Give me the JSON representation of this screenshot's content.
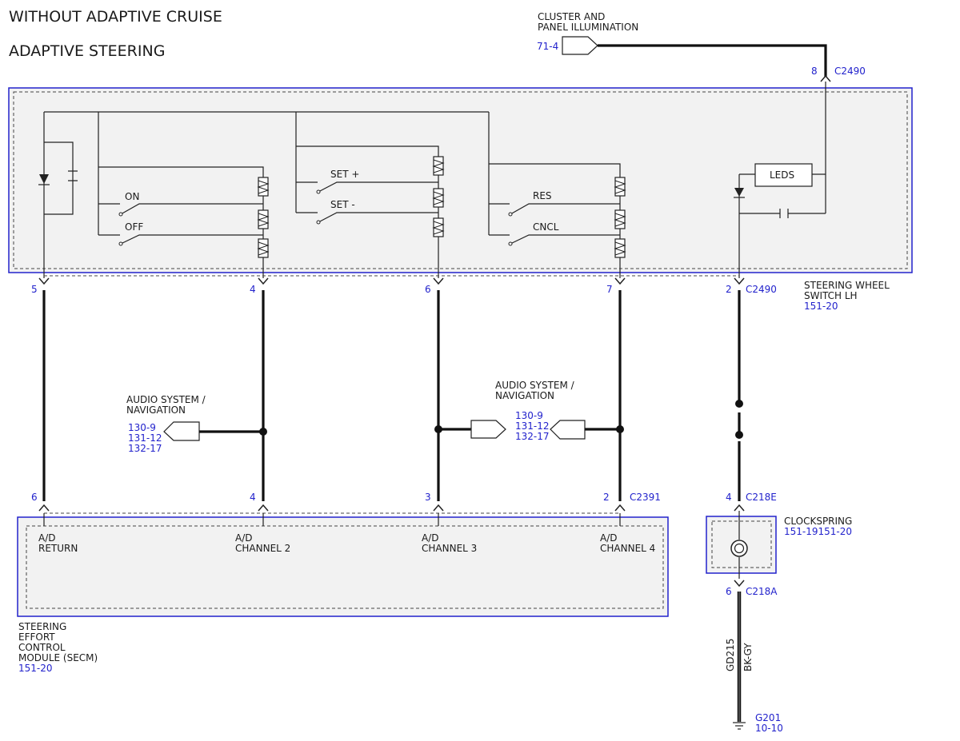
{
  "titles": [
    "WITHOUT ADAPTIVE CRUISE",
    "ADAPTIVE STEERING"
  ],
  "illumination": {
    "label": [
      "CLUSTER AND",
      "PANEL ILLUMINATION"
    ],
    "ref": "71-4"
  },
  "switch_labels": {
    "on": "ON",
    "off": "OFF",
    "set_plus": "SET +",
    "set_minus": "SET -",
    "res": "RES",
    "cncl": "CNCL",
    "leds": "LEDS"
  },
  "connectors": {
    "c2490": "C2490",
    "c2391": "C2391",
    "c218e": "C218E",
    "c218a": "C218A"
  },
  "pins": {
    "top_in": "8",
    "sw": [
      "5",
      "4",
      "6",
      "7",
      "2"
    ],
    "secm": [
      "6",
      "4",
      "3",
      "2"
    ],
    "clk_in": "4",
    "clk_out": "6"
  },
  "swlh": {
    "label": [
      "STEERING WHEEL",
      "SWITCH LH"
    ],
    "ref": "151-20"
  },
  "audio": {
    "label": [
      "AUDIO SYSTEM /",
      "NAVIGATION"
    ],
    "refs": [
      "130-9",
      "131-12",
      "132-17"
    ]
  },
  "secm": {
    "ports": [
      [
        "A/D",
        "RETURN"
      ],
      [
        "A/D",
        "CHANNEL 2"
      ],
      [
        "A/D",
        "CHANNEL 3"
      ],
      [
        "A/D",
        "CHANNEL 4"
      ]
    ],
    "label": [
      "STEERING",
      "EFFORT",
      "CONTROL",
      "MODULE (SECM)"
    ],
    "ref": "151-20"
  },
  "clockspring": {
    "label": "CLOCKSPRING",
    "ref": "151-19151-20"
  },
  "ground": {
    "wire_id": "GD215",
    "color": "BK-GY",
    "ref": "G201",
    "page": "10-10"
  },
  "colors": {
    "ink": "#111111",
    "blue": "#2222cc",
    "fill": "#f2f2f2"
  }
}
